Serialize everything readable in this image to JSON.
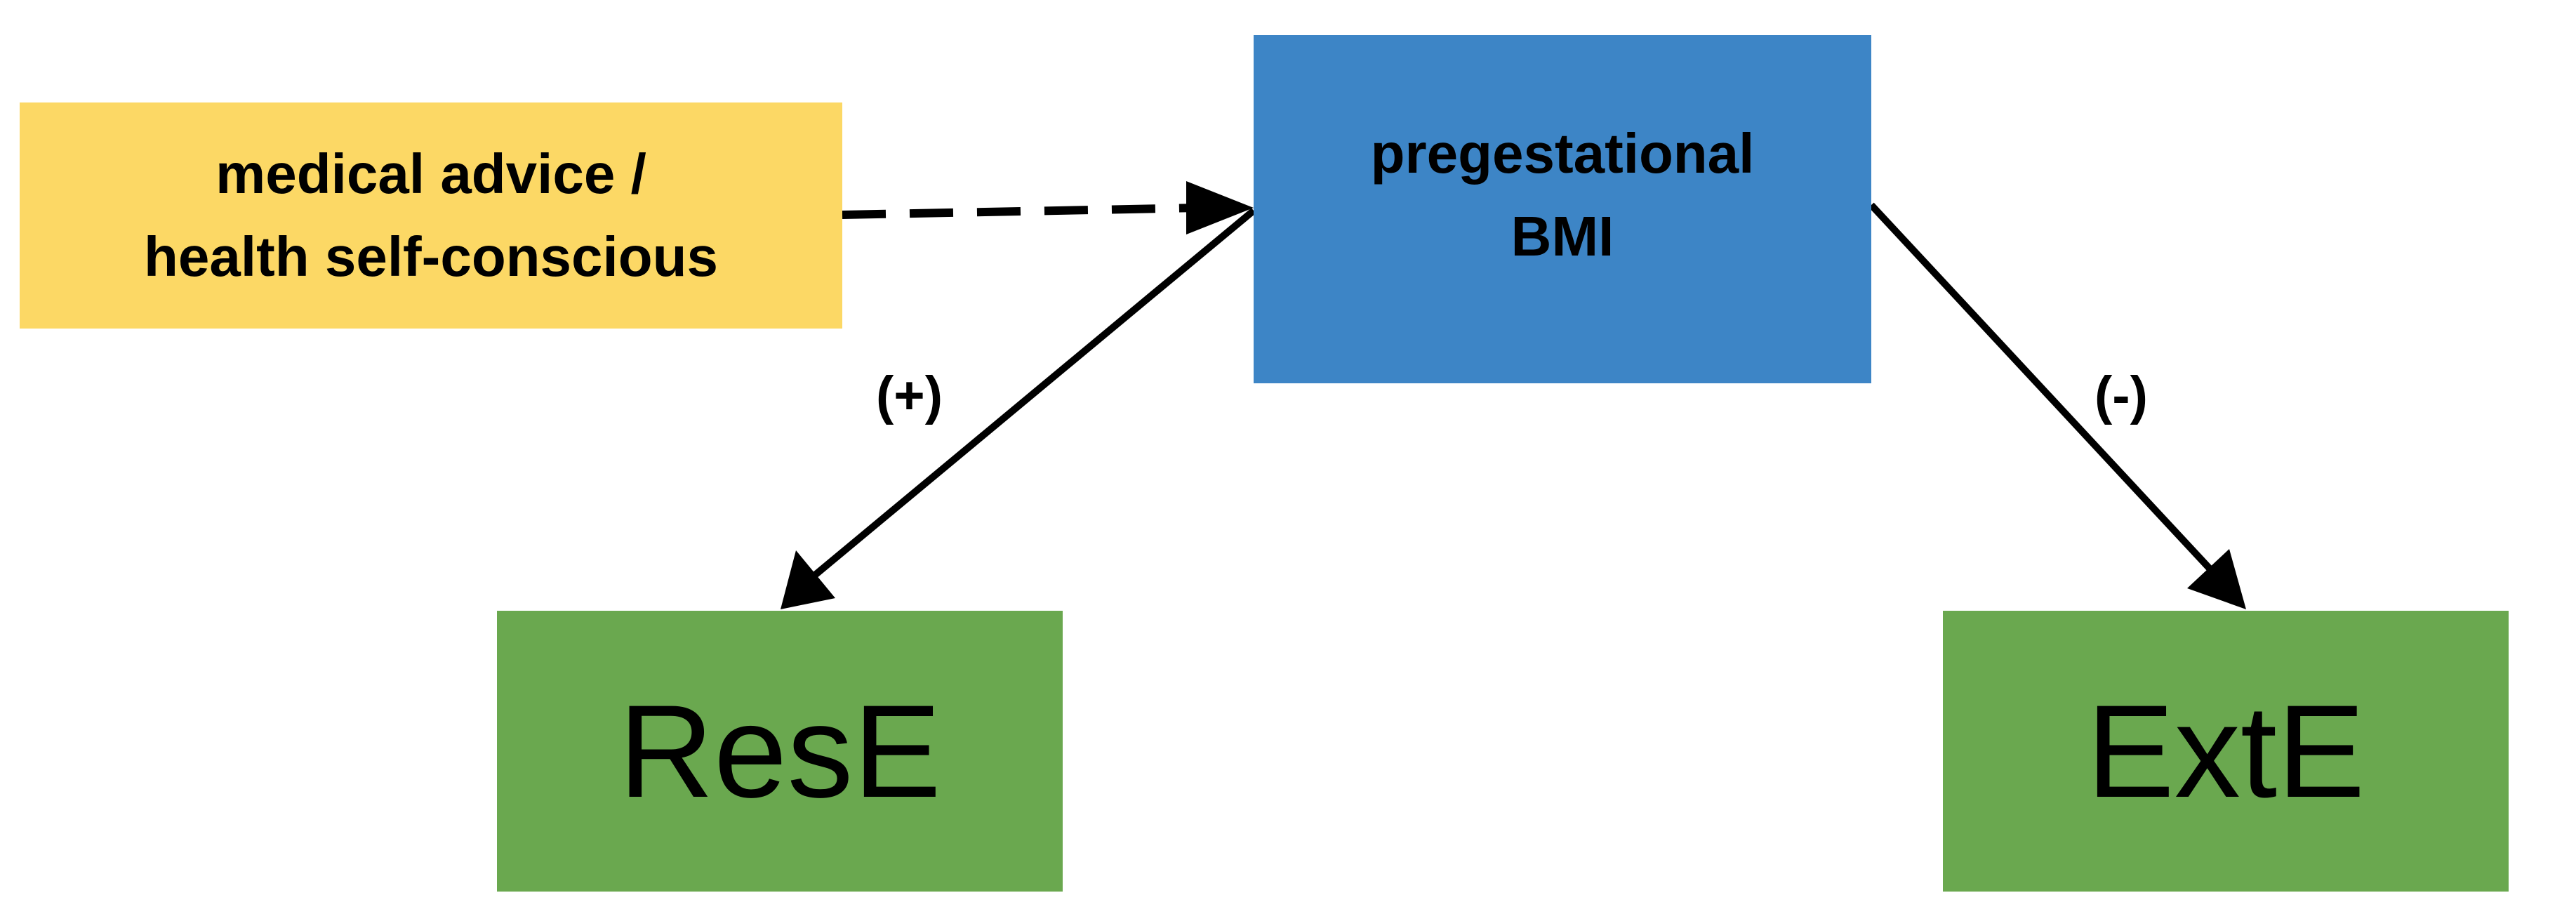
{
  "colors": {
    "source_fill": "#FCD865",
    "mediator_fill": "#3D85C6",
    "outcome_fill": "#6AA84F",
    "edge_stroke": "#000000"
  },
  "nodes": {
    "source": "medical advice /\nhealth self-conscious",
    "mediator": "pregestational\nBMI",
    "outcome_left": "ResE",
    "outcome_right": "ExtE"
  },
  "edges": [
    {
      "from": "source",
      "to": "mediator",
      "style": "dashed",
      "label": ""
    },
    {
      "from": "mediator",
      "to": "outcome_left",
      "style": "solid",
      "label": "(+)"
    },
    {
      "from": "mediator",
      "to": "outcome_right",
      "style": "solid",
      "label": "(-)"
    }
  ]
}
